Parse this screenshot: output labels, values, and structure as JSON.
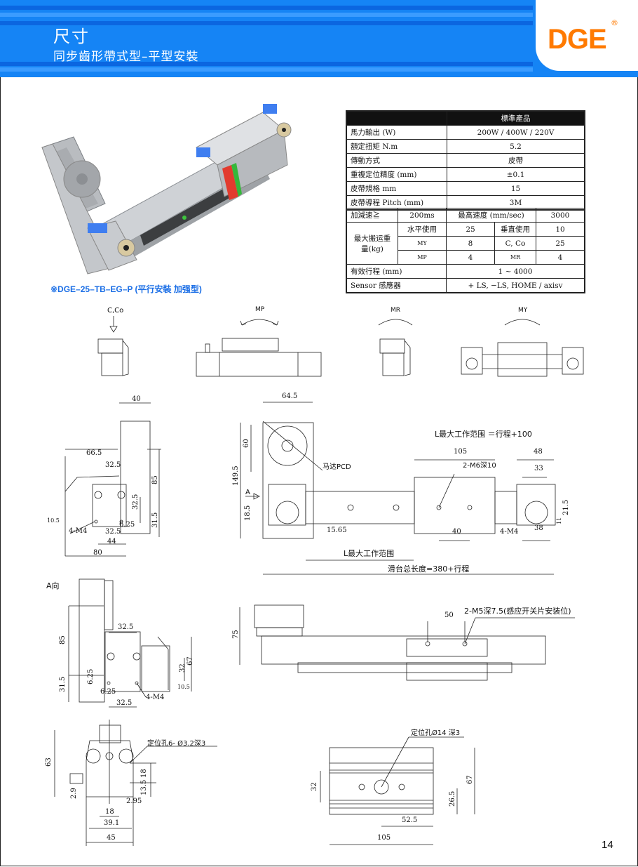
{
  "header": {
    "title": "尺寸",
    "subtitle": "同步齒形帶式型–平型安裝",
    "logo": "DGE",
    "logo_mark": "®",
    "colors": {
      "banner": "#1584f5",
      "banner_dark": "#0b66e0",
      "logo": "#ff7a00",
      "caption": "#1c6fe6"
    }
  },
  "product": {
    "caption": "※DGE–25–TB–EG–P (平行安裝 加强型)"
  },
  "spec_table": {
    "header": "標準產品",
    "rows": [
      {
        "label": "馬力輸出 (W)",
        "value": "200W   / 400W   / 220V"
      },
      {
        "label": "額定扭矩 N.m",
        "value": "5.2"
      },
      {
        "label": "傳動方式",
        "value": "皮帶"
      },
      {
        "label": "重複定位精度 (mm)",
        "value": "±0.1"
      },
      {
        "label": "皮帶規格 mm",
        "value": "15"
      },
      {
        "label": "皮帶導程 Pitch (mm)",
        "value": "3M"
      }
    ],
    "accel": {
      "label": "加減速≧",
      "value": "200ms",
      "speed_label": "最高速度 (mm/sec)",
      "speed_value": "3000"
    },
    "payload": {
      "label": "最大搬运重量(kg)",
      "horizontal_label": "水平使用",
      "horizontal_value": "25",
      "vertical_label": "垂直使用",
      "vertical_value": "10",
      "my_label": "MY",
      "my_value": "8",
      "cco_label": "C, Co",
      "cco_value": "25",
      "mp_label": "MP",
      "mp_value": "4",
      "mr_label": "MR",
      "mr_value": "4"
    },
    "stroke": {
      "label": "有效行程 (mm)",
      "value": "1 ~ 4000"
    },
    "sensor": {
      "label": "Sensor  感應器",
      "value": "+ LS, −LS, HOME   / axisv"
    }
  },
  "load_icons": [
    {
      "label": "C,Co"
    },
    {
      "label": "MP"
    },
    {
      "label": "MR"
    },
    {
      "label": "MY"
    }
  ],
  "side_view": {
    "dims": [
      "40",
      "66.5",
      "32.5",
      "85",
      "32.5",
      "6.25",
      "31.5",
      "10.5",
      "4-M4",
      "32.5",
      "44",
      "80"
    ]
  },
  "top_view": {
    "dims": [
      "64.5",
      "60",
      "149.5",
      "马达PCD",
      "A",
      "18.5",
      "15.65",
      "105",
      "2-M6深10",
      "48",
      "33",
      "21.5",
      "11",
      "40",
      "4-M4",
      "38"
    ],
    "formula": "L最大工作范围 ＝行程+100",
    "range_label": "L最大工作范围",
    "total_length": "滑台总长度=380+行程"
  },
  "a_view": {
    "title": "A向",
    "dims": [
      "85",
      "31.5",
      "32.5",
      "6.25",
      "6.25",
      "32.5",
      "4-M4",
      "32",
      "67",
      "10.5"
    ]
  },
  "front_view": {
    "dims": [
      "75",
      "50"
    ],
    "note": "2-M5深7.5(感应开关片安装位)"
  },
  "end_view": {
    "dims": [
      "63",
      "18",
      "13.5",
      "2.9",
      "2.95",
      "18",
      "39.1",
      "45"
    ],
    "note": "定位孔6- Ø3.2深3"
  },
  "slider_top": {
    "note": "定位孔Ø14 深3",
    "dims": [
      "32",
      "67",
      "26.5",
      "52.5",
      "105"
    ]
  },
  "page_number": "14"
}
